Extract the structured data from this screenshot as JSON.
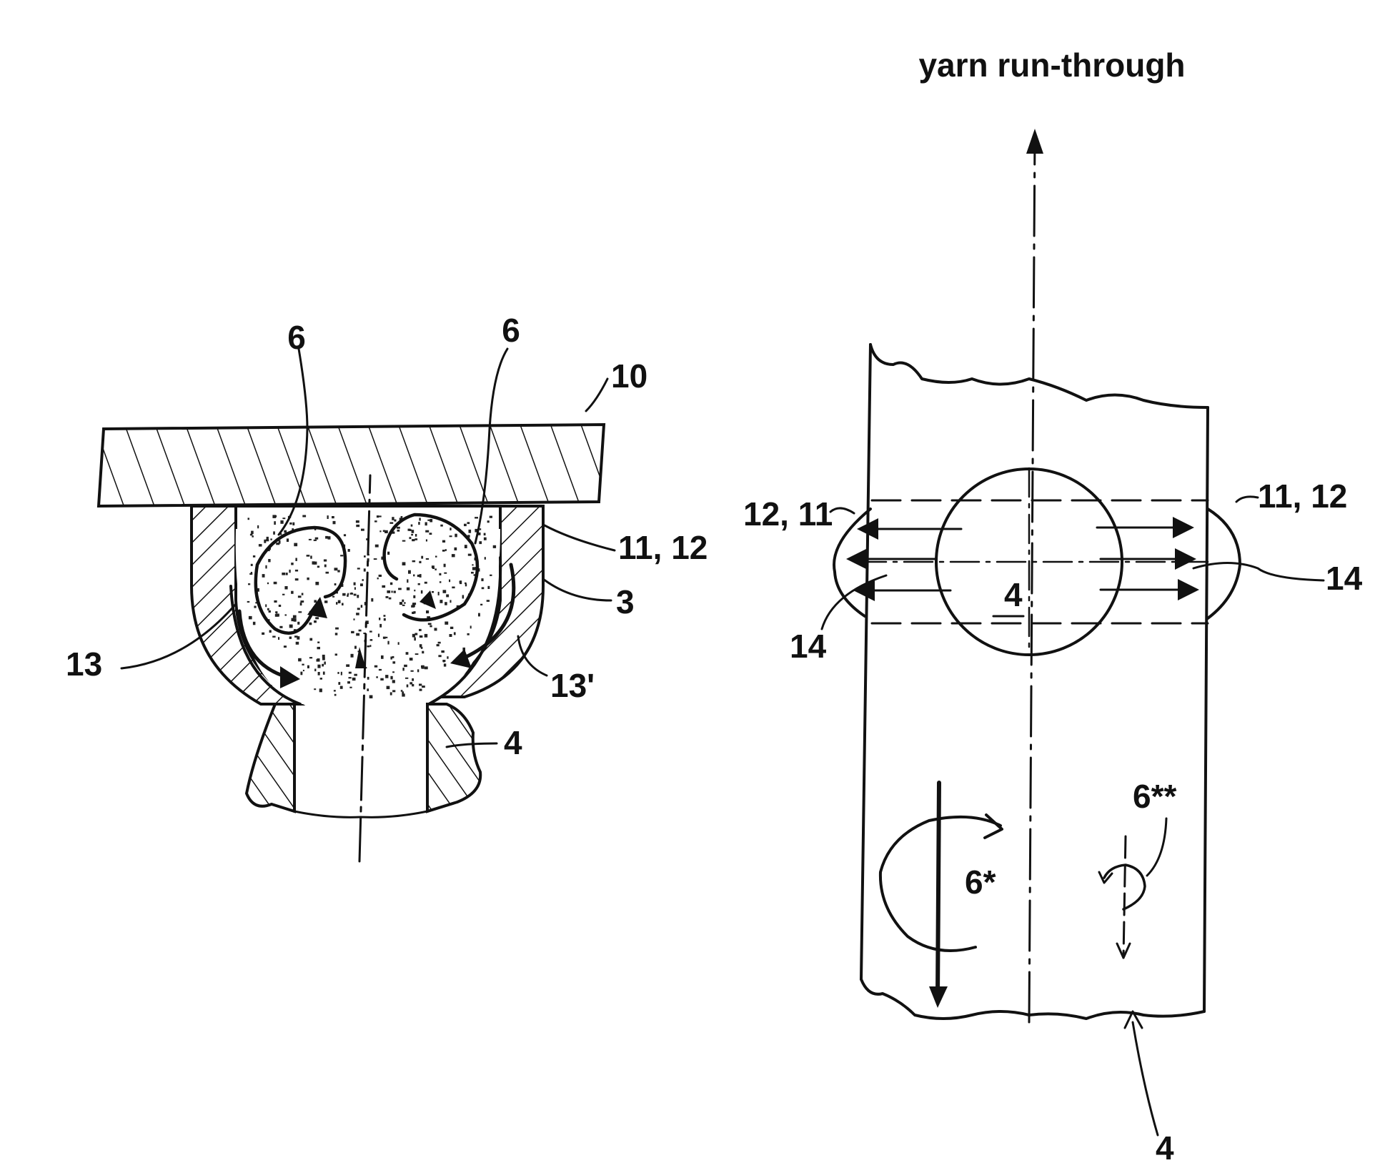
{
  "title": "yarn run-through",
  "left_figure": {
    "labels": {
      "vortex_left": "6",
      "vortex_right": "6",
      "plate": "10",
      "insert": "11, 12",
      "chamber": "3",
      "flow_left": "13",
      "flow_right": "13'",
      "channel": "4"
    }
  },
  "right_figure": {
    "labels": {
      "insert_left": "12, 11",
      "insert_right": "11, 12",
      "jet_left": "14",
      "jet_right": "14",
      "bore": "4",
      "vortex_big": "6*",
      "vortex_small": "6**",
      "channel_bottom": "4"
    }
  }
}
